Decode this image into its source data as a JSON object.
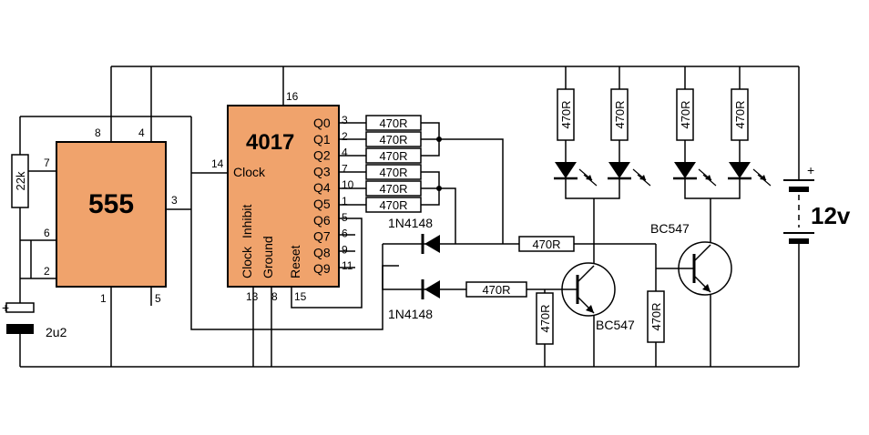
{
  "ic555": {
    "label": "555",
    "pins": {
      "p8": "8",
      "p4": "4",
      "p7": "7",
      "p6": "6",
      "p2": "2",
      "p3": "3",
      "p1": "1",
      "p5": "5"
    }
  },
  "ic4017": {
    "label": "4017",
    "clock": "Clock",
    "vertical": {
      "clock": "Clock",
      "inhibit": "Inhibit",
      "ground": "Ground",
      "reset": "Reset"
    },
    "outputs": [
      "Q0",
      "Q1",
      "Q2",
      "Q3",
      "Q4",
      "Q5",
      "Q6",
      "Q7",
      "Q8",
      "Q9"
    ],
    "output_pins": [
      "3",
      "2",
      "4",
      "7",
      "10",
      "1",
      "5",
      "6",
      "9",
      "11"
    ],
    "pins": {
      "p16": "16",
      "p14": "14",
      "p13": "13",
      "p8": "8",
      "p15": "15"
    }
  },
  "resistors": {
    "r22k": "22k",
    "r470": "470R"
  },
  "capacitor": {
    "value": "2u2",
    "polarity": "+"
  },
  "diodes": {
    "top": "1N4148",
    "bottom": "1N4148"
  },
  "transistors": {
    "left": "BC547",
    "right": "BC547"
  },
  "battery": {
    "voltage": "12v",
    "polarity": "+"
  }
}
